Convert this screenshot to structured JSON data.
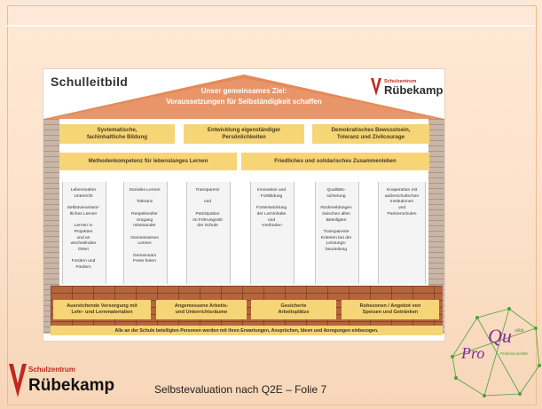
{
  "slide": {
    "footer_text": "Selbstevaluation  nach Q2E – Folie 7"
  },
  "panel": {
    "title": "Schulleitbild",
    "logo_small": {
      "line1": "Schulzentrum",
      "line2": "Rübekamp"
    }
  },
  "roof": {
    "line1": "Unser gemeinsames Ziel:",
    "line2": "Voraussetzungen für Selbständigkeit schaffen"
  },
  "goals": [
    "Systematische,\nfachinhaltliche Bildung",
    "Entwicklung eigenständiger\nPersönlichkeiten",
    "Demokratisches Bewusstsein,\nToleranz und Zivilcourage"
  ],
  "competences": [
    "Methodenkompetenz für lebenslanges Lernen",
    "Friedliches und solidarisches Zusammenleben"
  ],
  "pillars": [
    "Lebensnaher\nUnterricht\n\nSelbstverantwor-\ntliches Lernen\n\nLernen in\nProjekten\nund an\nwechselnden\nOrten\n\nFordern und\nFördern",
    "Soziales Lernen\n\nToleranz\n\nRespektvoller\nUmgang\nmiteinander\n\nGemeinsames\nLernen\n\nGemeinsam\nFeste feiern",
    "Transparenz\n\nund\n\nPartizipation\nim Führungsstil\nder Schule",
    "Innovation und\nFortbildung\n\nFortentwicklung\nder Lerninhalte\nund\n-methoden",
    "Qualitäts-\nsicherung\n\nRückmeldungen\nzwischen allen\nBeteiligten\n\nTransparente\nKriterien bei der\nLeistungs-\nbeurteilung",
    "Kooperation mit\naußerschulischen\nInstitutionen\nund\nPartnerschulen"
  ],
  "foundation": [
    "Ausreichende Versorgung mit\nLehr- und Lernmaterialien",
    "Angemessene Arbeits-\nund Unterrichtsräume",
    "Gesicherte\nArbeitsplätze",
    "Ruhezonen / Angebot von\nSpeisen und Getränken"
  ],
  "base_text": "Alle an der Schule beteiligten Personen werden mit ihren Erwartungen, Ansprüchen, Ideen und Anregungen einbezogen.",
  "bottom_logo": {
    "line1": "Schulzentrum",
    "line2": "Rübekamp"
  },
  "proq": {
    "pro": "Pro",
    "qu": "Qu",
    "small1": "alität",
    "small2": "Professionalität"
  },
  "colors": {
    "roof": "#e48a57",
    "band": "#f6d577",
    "brick": "#b5653c",
    "brand_red": "#c2271c",
    "proq_green": "#4aa23a",
    "proq_purple": "#8a2aa0"
  }
}
